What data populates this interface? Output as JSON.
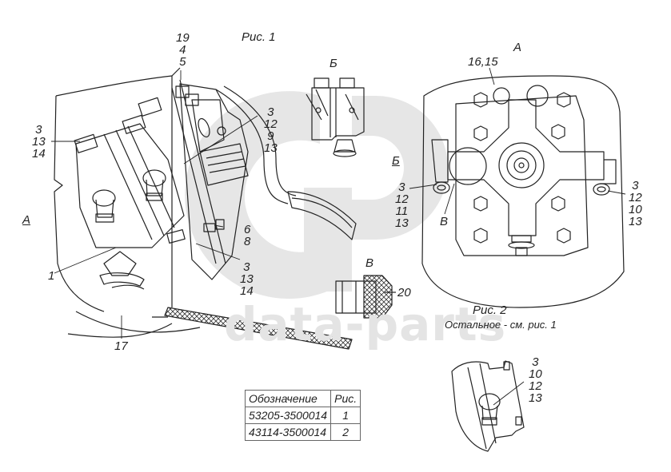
{
  "figure": {
    "fig1_title": "Рис. 1",
    "fig2_title": "Рис. 2",
    "fig2_note": "Остальное - см. рис. 1",
    "view_labels": {
      "view_a_arrow": "А",
      "view_a": "А",
      "view_b_title": "Б",
      "view_b_arrow": "Б",
      "section_v_title": "В",
      "section_v_callout": "В"
    },
    "callouts": {
      "top_19_4_5": [
        "19",
        "4",
        "5"
      ],
      "left_3_13_14": [
        "3",
        "13",
        "14"
      ],
      "right_3_12_9_13": [
        "3",
        "12",
        "9",
        "13"
      ],
      "pos_6_8": [
        "6",
        "8"
      ],
      "bottom_3_13_14": [
        "3",
        "13",
        "14"
      ],
      "pos_1": "1",
      "pos_17": "17",
      "pos_16_15": "16,15",
      "view_a_left_3_12_11_13": [
        "3",
        "12",
        "11",
        "13"
      ],
      "view_a_right_3_12_10_13": [
        "3",
        "12",
        "10",
        "13"
      ],
      "pos_20": "20",
      "fig2_3_10_12_13": [
        "3",
        "10",
        "12",
        "13"
      ]
    }
  },
  "spec_table": {
    "headers": [
      "Обозначение",
      "Рис."
    ],
    "rows": [
      [
        "53205-3500014",
        "1"
      ],
      [
        "43114-3500014",
        "2"
      ]
    ]
  },
  "watermark": {
    "text": "data-parts",
    "color": "#e4e4e4"
  }
}
